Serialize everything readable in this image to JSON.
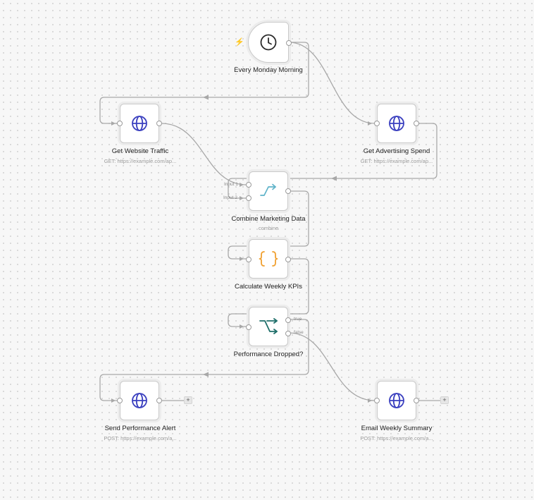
{
  "workflow": {
    "nodes": [
      {
        "id": "trigger",
        "label": "Every Monday Morning",
        "subtitle": "",
        "icon": "clock-icon"
      },
      {
        "id": "traffic",
        "label": "Get Website Traffic",
        "subtitle": "GET: https://example.com/ap...",
        "icon": "globe-icon"
      },
      {
        "id": "adspend",
        "label": "Get Advertising Spend",
        "subtitle": "GET: https://example.com/ap...",
        "icon": "globe-icon"
      },
      {
        "id": "combine",
        "label": "Combine Marketing Data",
        "subtitle": "combine",
        "icon": "merge-icon"
      },
      {
        "id": "kpis",
        "label": "Calculate Weekly KPIs",
        "subtitle": "",
        "icon": "code-braces-icon"
      },
      {
        "id": "ifnode",
        "label": "Performance Dropped?",
        "subtitle": "",
        "icon": "branch-icon"
      },
      {
        "id": "alert",
        "label": "Send Performance Alert",
        "subtitle": "POST: https://example.com/a...",
        "icon": "globe-icon"
      },
      {
        "id": "email",
        "label": "Email Weekly Summary",
        "subtitle": "POST: https://example.com/a...",
        "icon": "globe-icon"
      }
    ],
    "port_labels": {
      "input1": "Input 1",
      "input2": "Input 2",
      "true": "true",
      "false": "false"
    },
    "add_button_glyph": "+",
    "trigger_glyph": "⚡",
    "colors": {
      "globe": "#3a3fbf",
      "merge": "#5fb3c9",
      "code": "#f0a030",
      "branch": "#1f6f6a",
      "trigger_bolt": "#f08a24",
      "edge": "#a8a8a8"
    }
  }
}
